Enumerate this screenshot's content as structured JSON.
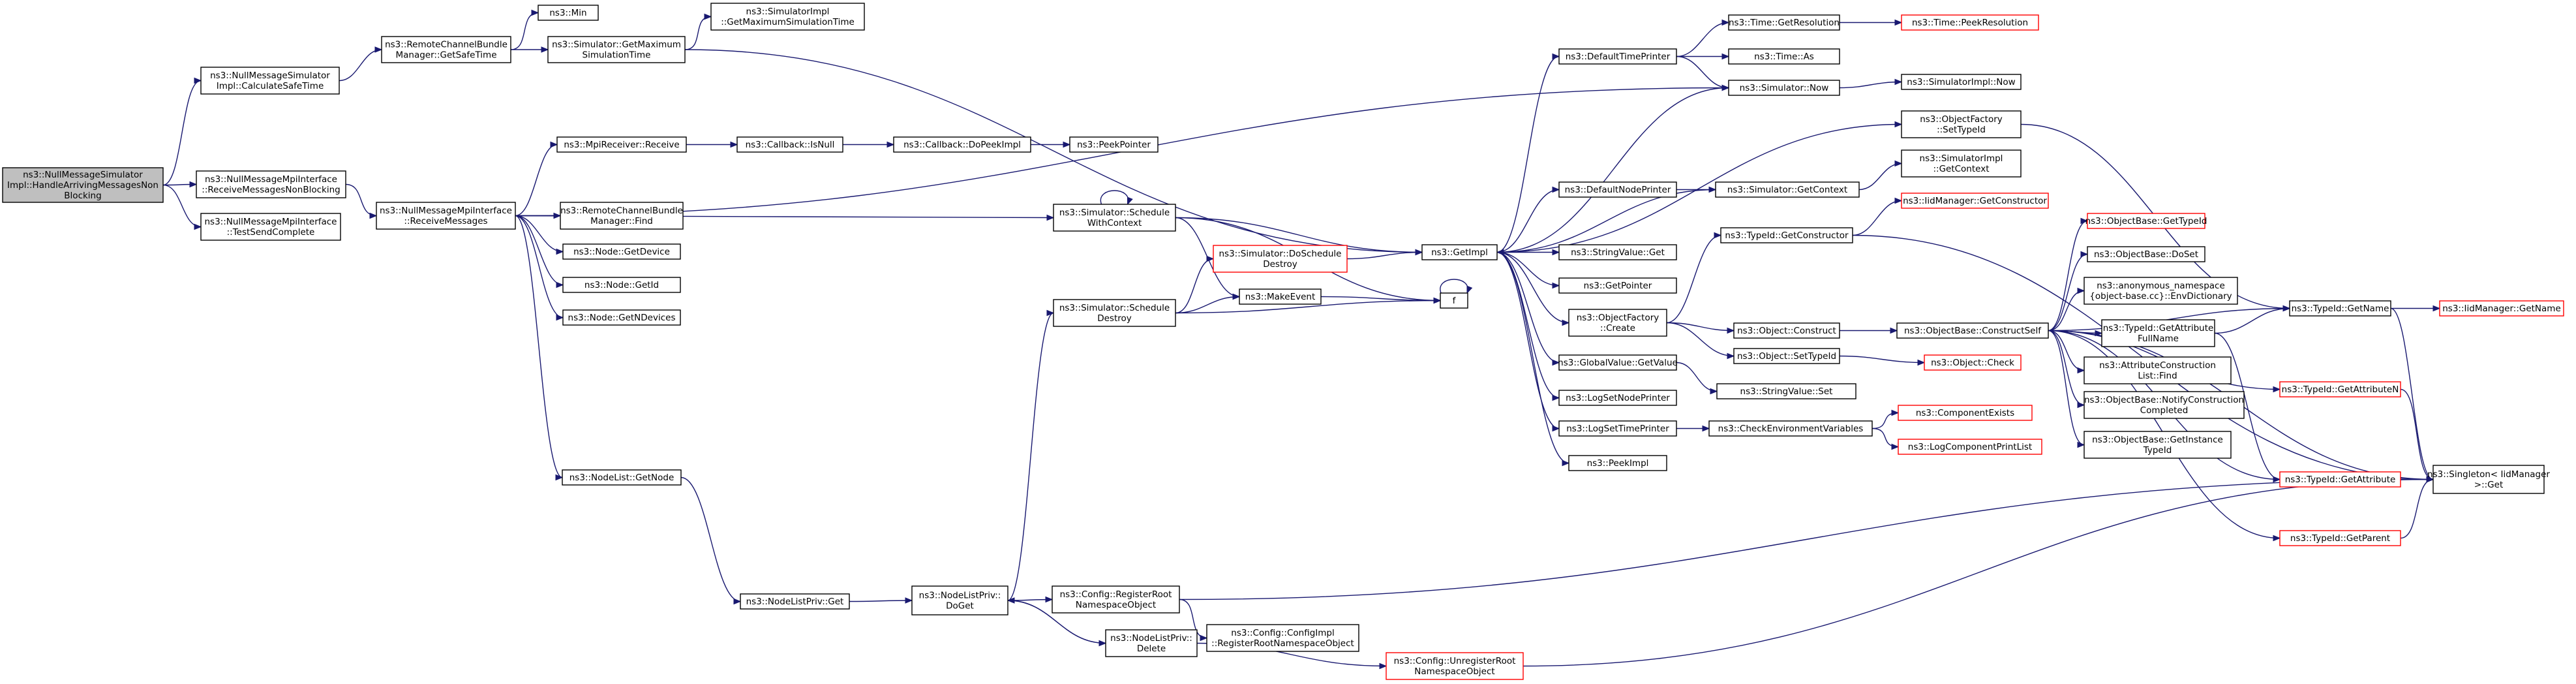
{
  "colors": {
    "edge": "#191970",
    "node_border": "#000000",
    "node_border_truncated": "#ff0000",
    "node_fill": "#ffffff",
    "root_fill": "#bfbfbf",
    "text": "#000000"
  },
  "root": "root",
  "nodes": [
    {
      "id": "root",
      "lines": [
        "ns3::NullMessageSimulator",
        "Impl::HandleArrivingMessagesNon",
        "Blocking"
      ],
      "kind": "root"
    },
    {
      "id": "calcSafe",
      "lines": [
        "ns3::NullMessageSimulator",
        "Impl::CalculateSafeTime"
      ],
      "kind": "normal"
    },
    {
      "id": "recvNB",
      "lines": [
        "ns3::NullMessageMpiInterface",
        "::ReceiveMessagesNonBlocking"
      ],
      "kind": "normal"
    },
    {
      "id": "testSend",
      "lines": [
        "ns3::NullMessageMpiInterface",
        "::TestSendComplete"
      ],
      "kind": "normal"
    },
    {
      "id": "rcbmGetSafe",
      "lines": [
        "ns3::RemoteChannelBundle",
        "Manager::GetSafeTime"
      ],
      "kind": "normal"
    },
    {
      "id": "recvMsgs",
      "lines": [
        "ns3::NullMessageMpiInterface",
        "::ReceiveMessages"
      ],
      "kind": "normal"
    },
    {
      "id": "min",
      "lines": [
        "ns3::Min"
      ],
      "kind": "normal"
    },
    {
      "id": "simGetMax",
      "lines": [
        "ns3::Simulator::GetMaximum",
        "SimulationTime"
      ],
      "kind": "normal"
    },
    {
      "id": "simImplGetMax",
      "lines": [
        "ns3::SimulatorImpl",
        "::GetMaximumSimulationTime"
      ],
      "kind": "normal"
    },
    {
      "id": "mpiRecv",
      "lines": [
        "ns3::MpiReceiver::Receive"
      ],
      "kind": "normal"
    },
    {
      "id": "cbIsNull",
      "lines": [
        "ns3::Callback::IsNull"
      ],
      "kind": "normal"
    },
    {
      "id": "cbDoPeek",
      "lines": [
        "ns3::Callback::DoPeekImpl"
      ],
      "kind": "normal"
    },
    {
      "id": "peekPtr",
      "lines": [
        "ns3::PeekPointer"
      ],
      "kind": "normal"
    },
    {
      "id": "rcbmFind",
      "lines": [
        "ns3::RemoteChannelBundle",
        "Manager::Find"
      ],
      "kind": "normal"
    },
    {
      "id": "nodeGetDevice",
      "lines": [
        "ns3::Node::GetDevice"
      ],
      "kind": "normal"
    },
    {
      "id": "nodeGetId",
      "lines": [
        "ns3::Node::GetId"
      ],
      "kind": "normal"
    },
    {
      "id": "nodeGetNDev",
      "lines": [
        "ns3::Node::GetNDevices"
      ],
      "kind": "normal"
    },
    {
      "id": "nodeListGetNode",
      "lines": [
        "ns3::NodeList::GetNode"
      ],
      "kind": "normal"
    },
    {
      "id": "nlpGet",
      "lines": [
        "ns3::NodeListPriv::Get"
      ],
      "kind": "normal"
    },
    {
      "id": "nlpDoGet",
      "lines": [
        "ns3::NodeListPriv::",
        "DoGet"
      ],
      "kind": "normal"
    },
    {
      "id": "simSchedWC",
      "lines": [
        "ns3::Simulator::Schedule",
        "WithContext"
      ],
      "kind": "normal"
    },
    {
      "id": "simDoSchedDestroy",
      "lines": [
        "ns3::Simulator::DoSchedule",
        "Destroy"
      ],
      "kind": "truncated"
    },
    {
      "id": "makeEvent",
      "lines": [
        "ns3::MakeEvent"
      ],
      "kind": "normal"
    },
    {
      "id": "simSchedDestroy",
      "lines": [
        "ns3::Simulator::Schedule",
        "Destroy"
      ],
      "kind": "normal"
    },
    {
      "id": "cfgRegister",
      "lines": [
        "ns3::Config::RegisterRoot",
        "NamespaceObject"
      ],
      "kind": "normal"
    },
    {
      "id": "nlpDelete",
      "lines": [
        "ns3::NodeListPriv::",
        "Delete"
      ],
      "kind": "normal"
    },
    {
      "id": "cfgImplRegister",
      "lines": [
        "ns3::Config::ConfigImpl",
        "::RegisterRootNamespaceObject"
      ],
      "kind": "normal"
    },
    {
      "id": "cfgUnregister",
      "lines": [
        "ns3::Config::UnregisterRoot",
        "NamespaceObject"
      ],
      "kind": "truncated"
    },
    {
      "id": "getImpl",
      "lines": [
        "ns3::GetImpl"
      ],
      "kind": "normal"
    },
    {
      "id": "f",
      "lines": [
        "f"
      ],
      "kind": "normal"
    },
    {
      "id": "defTimePrinter",
      "lines": [
        "ns3::DefaultTimePrinter"
      ],
      "kind": "normal"
    },
    {
      "id": "timeGetRes",
      "lines": [
        "ns3::Time::GetResolution"
      ],
      "kind": "normal"
    },
    {
      "id": "timePeekRes",
      "lines": [
        "ns3::Time::PeekResolution"
      ],
      "kind": "truncated"
    },
    {
      "id": "timeAs",
      "lines": [
        "ns3::Time::As"
      ],
      "kind": "normal"
    },
    {
      "id": "simNow",
      "lines": [
        "ns3::Simulator::Now"
      ],
      "kind": "normal"
    },
    {
      "id": "simImplNow",
      "lines": [
        "ns3::SimulatorImpl::Now"
      ],
      "kind": "normal"
    },
    {
      "id": "ofSetTypeId",
      "lines": [
        "ns3::ObjectFactory",
        "::SetTypeId"
      ],
      "kind": "normal"
    },
    {
      "id": "defNodePrinter",
      "lines": [
        "ns3::DefaultNodePrinter"
      ],
      "kind": "normal"
    },
    {
      "id": "simGetContext",
      "lines": [
        "ns3::Simulator::GetContext"
      ],
      "kind": "normal"
    },
    {
      "id": "simImplGetContext",
      "lines": [
        "ns3::SimulatorImpl",
        "::GetContext"
      ],
      "kind": "normal"
    },
    {
      "id": "iidGetCtor",
      "lines": [
        "ns3::IidManager::GetConstructor"
      ],
      "kind": "truncated"
    },
    {
      "id": "tidGetCtor",
      "lines": [
        "ns3::TypeId::GetConstructor"
      ],
      "kind": "normal"
    },
    {
      "id": "strValGet",
      "lines": [
        "ns3::StringValue::Get"
      ],
      "kind": "normal"
    },
    {
      "id": "getPointer",
      "lines": [
        "ns3::GetPointer"
      ],
      "kind": "normal"
    },
    {
      "id": "ofCreate",
      "lines": [
        "ns3::ObjectFactory",
        "::Create"
      ],
      "kind": "normal"
    },
    {
      "id": "objConstruct",
      "lines": [
        "ns3::Object::Construct"
      ],
      "kind": "normal"
    },
    {
      "id": "obConstructSelf",
      "lines": [
        "ns3::ObjectBase::ConstructSelf"
      ],
      "kind": "normal"
    },
    {
      "id": "objSetTypeId",
      "lines": [
        "ns3::Object::SetTypeId"
      ],
      "kind": "normal"
    },
    {
      "id": "objCheck",
      "lines": [
        "ns3::Object::Check"
      ],
      "kind": "truncated"
    },
    {
      "id": "gvGetValue",
      "lines": [
        "ns3::GlobalValue::GetValue"
      ],
      "kind": "normal"
    },
    {
      "id": "strValSet",
      "lines": [
        "ns3::StringValue::Set"
      ],
      "kind": "normal"
    },
    {
      "id": "logSetNode",
      "lines": [
        "ns3::LogSetNodePrinter"
      ],
      "kind": "normal"
    },
    {
      "id": "logSetTime",
      "lines": [
        "ns3::LogSetTimePrinter"
      ],
      "kind": "normal"
    },
    {
      "id": "checkEnv",
      "lines": [
        "ns3::CheckEnvironmentVariables"
      ],
      "kind": "normal"
    },
    {
      "id": "compExists",
      "lines": [
        "ns3::ComponentExists"
      ],
      "kind": "truncated"
    },
    {
      "id": "logCompPrint",
      "lines": [
        "ns3::LogComponentPrintList"
      ],
      "kind": "truncated"
    },
    {
      "id": "peekImpl",
      "lines": [
        "ns3::PeekImpl"
      ],
      "kind": "normal"
    },
    {
      "id": "obGetTypeId",
      "lines": [
        "ns3::ObjectBase::GetTypeId"
      ],
      "kind": "truncated"
    },
    {
      "id": "obDoSet",
      "lines": [
        "ns3::ObjectBase::DoSet"
      ],
      "kind": "normal"
    },
    {
      "id": "anonEnvDict",
      "lines": [
        "ns3::anonymous_namespace",
        "{object-base.cc}::EnvDictionary"
      ],
      "kind": "normal"
    },
    {
      "id": "tidGetAttrFull",
      "lines": [
        "ns3::TypeId::GetAttribute",
        "FullName"
      ],
      "kind": "normal"
    },
    {
      "id": "acListFind",
      "lines": [
        "ns3::AttributeConstruction",
        "List::Find"
      ],
      "kind": "normal"
    },
    {
      "id": "obNotify",
      "lines": [
        "ns3::ObjectBase::NotifyConstruction",
        "Completed"
      ],
      "kind": "normal"
    },
    {
      "id": "obGetInst",
      "lines": [
        "ns3::ObjectBase::GetInstance",
        "TypeId"
      ],
      "kind": "normal"
    },
    {
      "id": "tidGetName",
      "lines": [
        "ns3::TypeId::GetName"
      ],
      "kind": "normal"
    },
    {
      "id": "iidGetName",
      "lines": [
        "ns3::IidManager::GetName"
      ],
      "kind": "truncated"
    },
    {
      "id": "tidGetAttrN",
      "lines": [
        "ns3::TypeId::GetAttributeN"
      ],
      "kind": "truncated"
    },
    {
      "id": "tidGetAttr",
      "lines": [
        "ns3::TypeId::GetAttribute"
      ],
      "kind": "truncated"
    },
    {
      "id": "tidGetParent",
      "lines": [
        "ns3::TypeId::GetParent"
      ],
      "kind": "truncated"
    },
    {
      "id": "singletonGet",
      "lines": [
        "ns3::Singleton< IidManager",
        ">::Get"
      ],
      "kind": "normal"
    }
  ],
  "edges": [
    [
      "root",
      "calcSafe"
    ],
    [
      "root",
      "recvNB"
    ],
    [
      "root",
      "testSend"
    ],
    [
      "calcSafe",
      "rcbmGetSafe"
    ],
    [
      "recvNB",
      "recvMsgs"
    ],
    [
      "rcbmGetSafe",
      "min"
    ],
    [
      "rcbmGetSafe",
      "simGetMax"
    ],
    [
      "simGetMax",
      "simImplGetMax"
    ],
    [
      "simGetMax",
      "getImpl"
    ],
    [
      "recvMsgs",
      "simNow"
    ],
    [
      "recvMsgs",
      "mpiRecv"
    ],
    [
      "recvMsgs",
      "simSchedWC"
    ],
    [
      "recvMsgs",
      "rcbmFind"
    ],
    [
      "recvMsgs",
      "nodeGetDevice"
    ],
    [
      "recvMsgs",
      "nodeGetId"
    ],
    [
      "recvMsgs",
      "nodeGetNDev"
    ],
    [
      "recvMsgs",
      "nodeListGetNode"
    ],
    [
      "mpiRecv",
      "cbIsNull"
    ],
    [
      "cbIsNull",
      "cbDoPeek"
    ],
    [
      "cbDoPeek",
      "peekPtr"
    ],
    [
      "nodeListGetNode",
      "nlpGet"
    ],
    [
      "nlpGet",
      "nlpDoGet"
    ],
    [
      "nlpDoGet",
      "simSchedDestroy"
    ],
    [
      "nlpDoGet",
      "cfgRegister"
    ],
    [
      "nlpDoGet",
      "nlpDelete"
    ],
    [
      "nlpDelete",
      "nlpDoGet"
    ],
    [
      "nlpDelete",
      "cfgUnregister"
    ],
    [
      "cfgRegister",
      "cfgImplRegister"
    ],
    [
      "cfgRegister",
      "singletonGet"
    ],
    [
      "cfgUnregister",
      "singletonGet"
    ],
    [
      "simSchedWC",
      "simSchedWC"
    ],
    [
      "simSchedWC",
      "getImpl"
    ],
    [
      "simSchedWC",
      "makeEvent"
    ],
    [
      "simSchedWC",
      "f"
    ],
    [
      "simSchedDestroy",
      "simDoSchedDestroy"
    ],
    [
      "simSchedDestroy",
      "makeEvent"
    ],
    [
      "simSchedDestroy",
      "f"
    ],
    [
      "simDoSchedDestroy",
      "getImpl"
    ],
    [
      "makeEvent",
      "f"
    ],
    [
      "f",
      "f"
    ],
    [
      "getImpl",
      "defTimePrinter"
    ],
    [
      "getImpl",
      "simNow"
    ],
    [
      "getImpl",
      "ofSetTypeId"
    ],
    [
      "getImpl",
      "defNodePrinter"
    ],
    [
      "getImpl",
      "strValGet"
    ],
    [
      "getImpl",
      "getPointer"
    ],
    [
      "getImpl",
      "ofCreate"
    ],
    [
      "getImpl",
      "gvGetValue"
    ],
    [
      "getImpl",
      "logSetNode"
    ],
    [
      "getImpl",
      "logSetTime"
    ],
    [
      "getImpl",
      "peekImpl"
    ],
    [
      "defTimePrinter",
      "timeGetRes"
    ],
    [
      "defTimePrinter",
      "timeAs"
    ],
    [
      "defTimePrinter",
      "simNow"
    ],
    [
      "timeGetRes",
      "timePeekRes"
    ],
    [
      "simNow",
      "simImplNow"
    ],
    [
      "defNodePrinter",
      "simGetContext"
    ],
    [
      "simGetContext",
      "simImplGetContext"
    ],
    [
      "simGetContext",
      "getImpl"
    ],
    [
      "ofSetTypeId",
      "tidGetName"
    ],
    [
      "ofCreate",
      "tidGetCtor"
    ],
    [
      "ofCreate",
      "objConstruct"
    ],
    [
      "ofCreate",
      "objSetTypeId"
    ],
    [
      "tidGetCtor",
      "iidGetCtor"
    ],
    [
      "tidGetCtor",
      "singletonGet"
    ],
    [
      "objConstruct",
      "obConstructSelf"
    ],
    [
      "objSetTypeId",
      "objCheck"
    ],
    [
      "gvGetValue",
      "strValSet"
    ],
    [
      "logSetTime",
      "checkEnv"
    ],
    [
      "checkEnv",
      "compExists"
    ],
    [
      "checkEnv",
      "logCompPrint"
    ],
    [
      "obConstructSelf",
      "obGetTypeId"
    ],
    [
      "obConstructSelf",
      "obDoSet"
    ],
    [
      "obConstructSelf",
      "anonEnvDict"
    ],
    [
      "obConstructSelf",
      "tidGetAttrFull"
    ],
    [
      "obConstructSelf",
      "acListFind"
    ],
    [
      "obConstructSelf",
      "obNotify"
    ],
    [
      "obConstructSelf",
      "obGetInst"
    ],
    [
      "obConstructSelf",
      "tidGetName"
    ],
    [
      "obConstructSelf",
      "tidGetAttrN"
    ],
    [
      "obConstructSelf",
      "tidGetAttr"
    ],
    [
      "obConstructSelf",
      "tidGetParent"
    ],
    [
      "obConstructSelf",
      "singletonGet"
    ],
    [
      "tidGetAttrFull",
      "tidGetName"
    ],
    [
      "tidGetAttrFull",
      "tidGetAttr"
    ],
    [
      "tidGetName",
      "iidGetName"
    ],
    [
      "tidGetName",
      "singletonGet"
    ],
    [
      "tidGetAttrN",
      "singletonGet"
    ],
    [
      "tidGetAttr",
      "singletonGet"
    ],
    [
      "tidGetParent",
      "singletonGet"
    ]
  ]
}
